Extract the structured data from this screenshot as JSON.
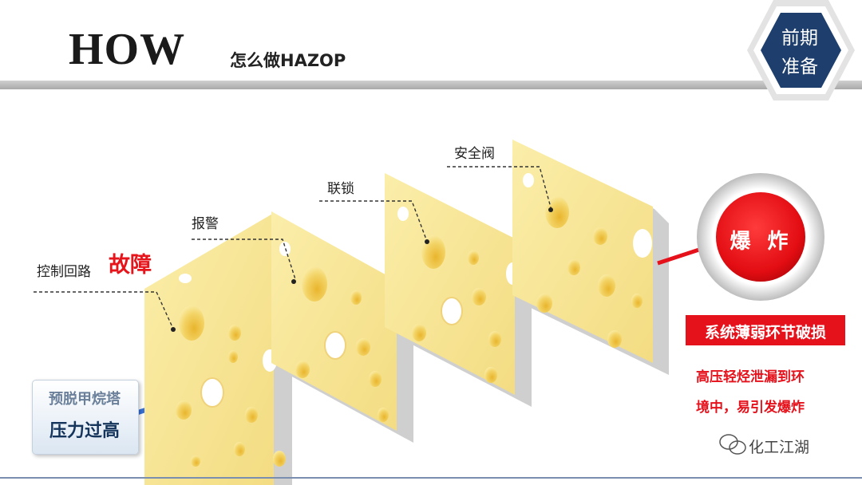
{
  "header": {
    "title": "HOW",
    "subtitle": "怎么做HAZOP",
    "badge_line1": "前期",
    "badge_line2": "准备"
  },
  "layers": {
    "layer1_label": "控制回路",
    "layer1_fault": "故障",
    "layer2_label": "报警",
    "layer3_label": "联锁",
    "layer4_label": "安全阀"
  },
  "source": {
    "line1": "预脱甲烷塔",
    "line2": "压力过高"
  },
  "outcome": {
    "explosion": "爆 炸",
    "weak_link": "系统薄弱环节破损",
    "desc_line1": "高压轻烃泄漏到环",
    "desc_line2": "境中，易引发爆炸"
  },
  "watermark": "化工江湖",
  "colors": {
    "cheese": "#f6e496",
    "accent_red": "#e5111b",
    "badge_blue": "#1e3f6e"
  }
}
